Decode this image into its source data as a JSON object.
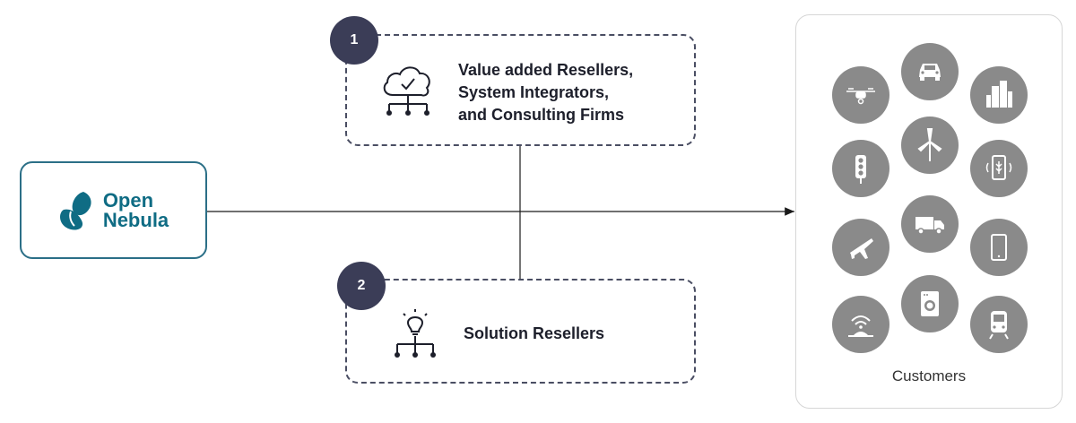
{
  "brand": {
    "line1": "Open",
    "line2": "Nebula"
  },
  "partners": [
    {
      "number": "1",
      "lines": [
        "Value added Resellers,",
        "System Integrators,",
        "and Consulting Firms"
      ],
      "icon": "cloud-network-icon"
    },
    {
      "number": "2",
      "lines": [
        "Solution Resellers"
      ],
      "icon": "lightbulb-network-icon"
    }
  ],
  "customers": {
    "label": "Customers",
    "icons": [
      "drone-icon",
      "car-icon",
      "building-icon",
      "traffic-light-icon",
      "wind-turbine-icon",
      "smart-farming-phone-icon",
      "airplane-icon",
      "truck-icon",
      "tablet-icon",
      "wifi-sensor-icon",
      "washing-machine-icon",
      "train-icon"
    ]
  },
  "colors": {
    "brand": "#0f6c84",
    "badge": "#3b3d57",
    "icon_circle": "#8a8a8a",
    "line": "#1a1a1a"
  }
}
